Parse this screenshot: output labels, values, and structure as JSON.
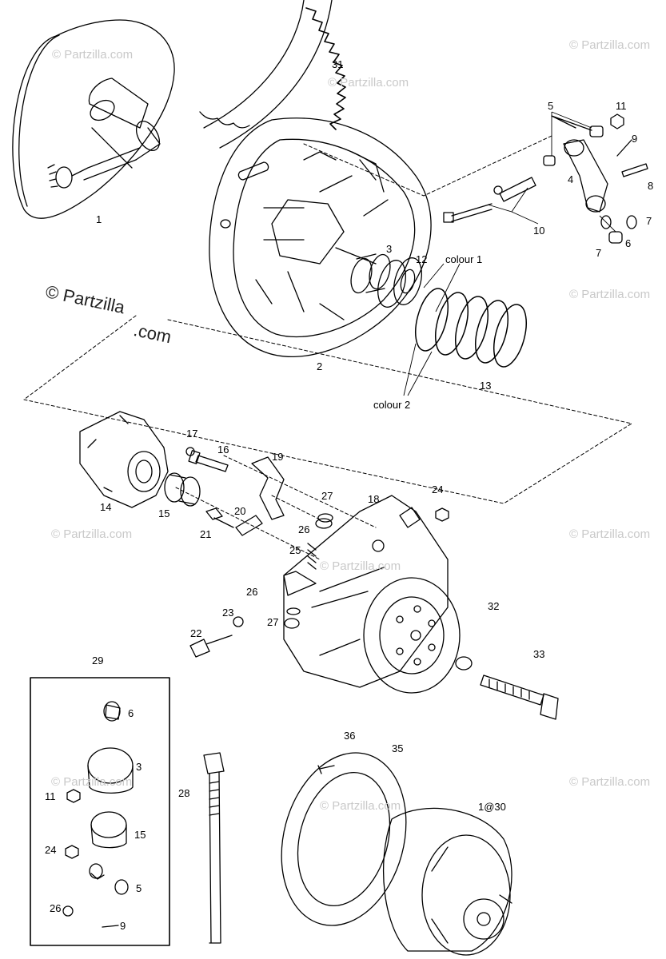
{
  "watermarks": {
    "small": "© Partzilla.com",
    "big_line1": "© Partzilla",
    "big_line2": ".com"
  },
  "callouts": {
    "c1": "1",
    "c2": "2",
    "c3": "3",
    "c4": "4",
    "c5": "5",
    "c6": "6",
    "c7a": "7",
    "c7b": "7",
    "c8": "8",
    "c9": "9",
    "c10": "10",
    "c11": "11",
    "c12": "12",
    "c13": "13",
    "c14": "14",
    "c15": "15",
    "c16": "16",
    "c17": "17",
    "c18": "18",
    "c19": "19",
    "c20": "20",
    "c21": "21",
    "c22": "22",
    "c23": "23",
    "c24": "24",
    "c25": "25",
    "c26a": "26",
    "c26b": "26",
    "c27a": "27",
    "c27b": "27",
    "c28": "28",
    "c29": "29",
    "c31": "31",
    "c32": "32",
    "c33": "33",
    "c35": "35",
    "c36": "36",
    "c1at30": "1@30",
    "colour1": "colour 1",
    "colour2": "colour 2"
  },
  "kit": {
    "k6": "6",
    "k3": "3",
    "k11": "11",
    "k15": "15",
    "k24": "24",
    "k5": "5",
    "k26": "26",
    "k9": "9"
  }
}
